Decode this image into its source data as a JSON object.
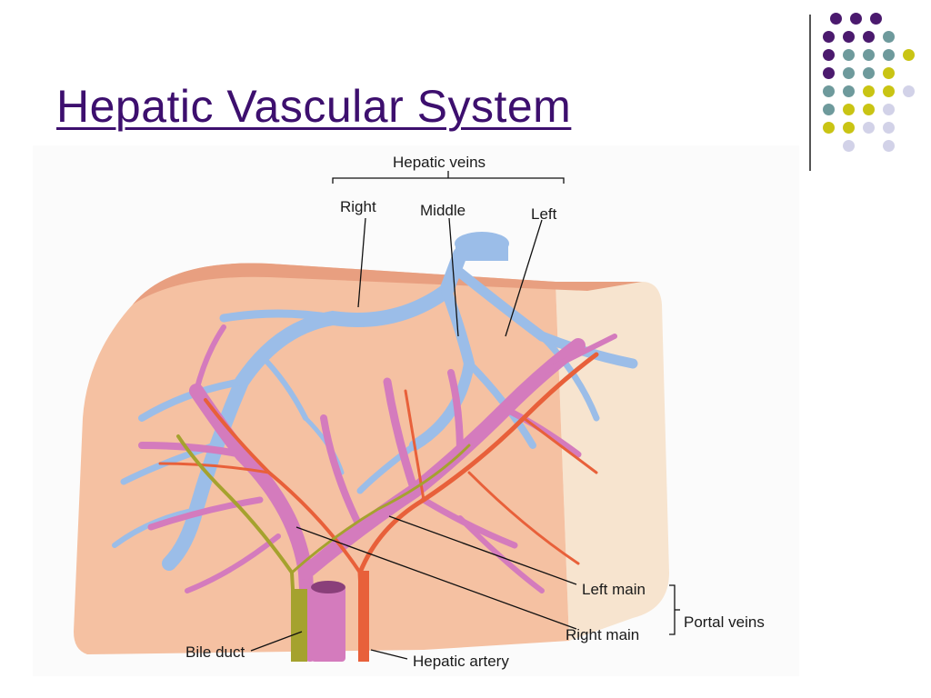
{
  "slide": {
    "title": "Hepatic Vascular System"
  },
  "decoration": {
    "dot_colors": {
      "purple": "#4b1a6e",
      "teal": "#6e9a9c",
      "olive": "#c9c414",
      "lavender": "#d2d2e8"
    }
  },
  "diagram": {
    "labels": {
      "hepatic_veins": "Hepatic veins",
      "right": "Right",
      "middle": "Middle",
      "left": "Left",
      "left_main": "Left main",
      "right_main": "Right main",
      "portal_veins": "Portal veins",
      "bile_duct": "Bile duct",
      "hepatic_artery": "Hepatic artery"
    },
    "colors": {
      "liver": "#f5c1a2",
      "liver_side": "#f7e4cf",
      "hepatic_vein": "#9bbde8",
      "portal_vein": "#d47bbd",
      "artery": "#e8603a",
      "bile_duct": "#a5a22e"
    }
  }
}
